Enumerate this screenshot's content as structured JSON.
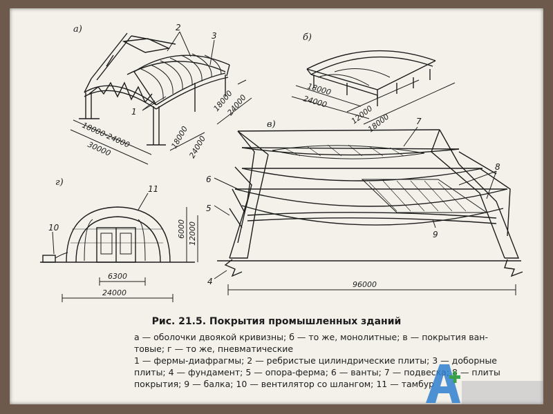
{
  "figure": {
    "labels": {
      "a": "а)",
      "b": "б)",
      "v": "в)",
      "g": "г)"
    },
    "callouts": {
      "n1": "1",
      "n2": "2",
      "n3": "3",
      "n4": "4",
      "n5": "5",
      "n6": "6",
      "n7": "7",
      "n8": "8",
      "n9": "9",
      "n10": "10",
      "n11": "11"
    },
    "dims_a": {
      "d1": "18000-24000",
      "d2": "30000",
      "d3": "18000",
      "d4": "24000",
      "d5": "18000",
      "d6": "24000"
    },
    "dims_b": {
      "d1": "18000",
      "d2": "24000",
      "d3": "12000",
      "d4": "18000"
    },
    "dims_g": {
      "d1": "6000",
      "d2": "12000",
      "d3": "6300",
      "d4": "24000"
    },
    "dims_v": {
      "d1": "96000"
    }
  },
  "caption": {
    "title": "Рис. 21.5. Покрытия промышленных зданий",
    "line1": "а — оболочки двоякой кривизны; б — то же, монолитные; в — покрытия ван-",
    "line2": "товые; г — то же, пневматические",
    "line3": "1 — фермы-диафрагмы; 2 — ребристые цилиндрические плиты; 3 — доборные",
    "line4": "плиты; 4 — фундамент; 5 — опора-ферма; 6 — ванты; 7 — подвеска; 8 — плиты",
    "line5": "покрытия; 9 — балка; 10 — вентилятор со шлангом; 11 — тамбур"
  },
  "colors": {
    "frame": "#6e5a4c",
    "paper": "#f3f1ea",
    "ink": "#1c1c1c",
    "logo_blue": "#2f7fd0",
    "logo_green": "#3aa04a"
  }
}
